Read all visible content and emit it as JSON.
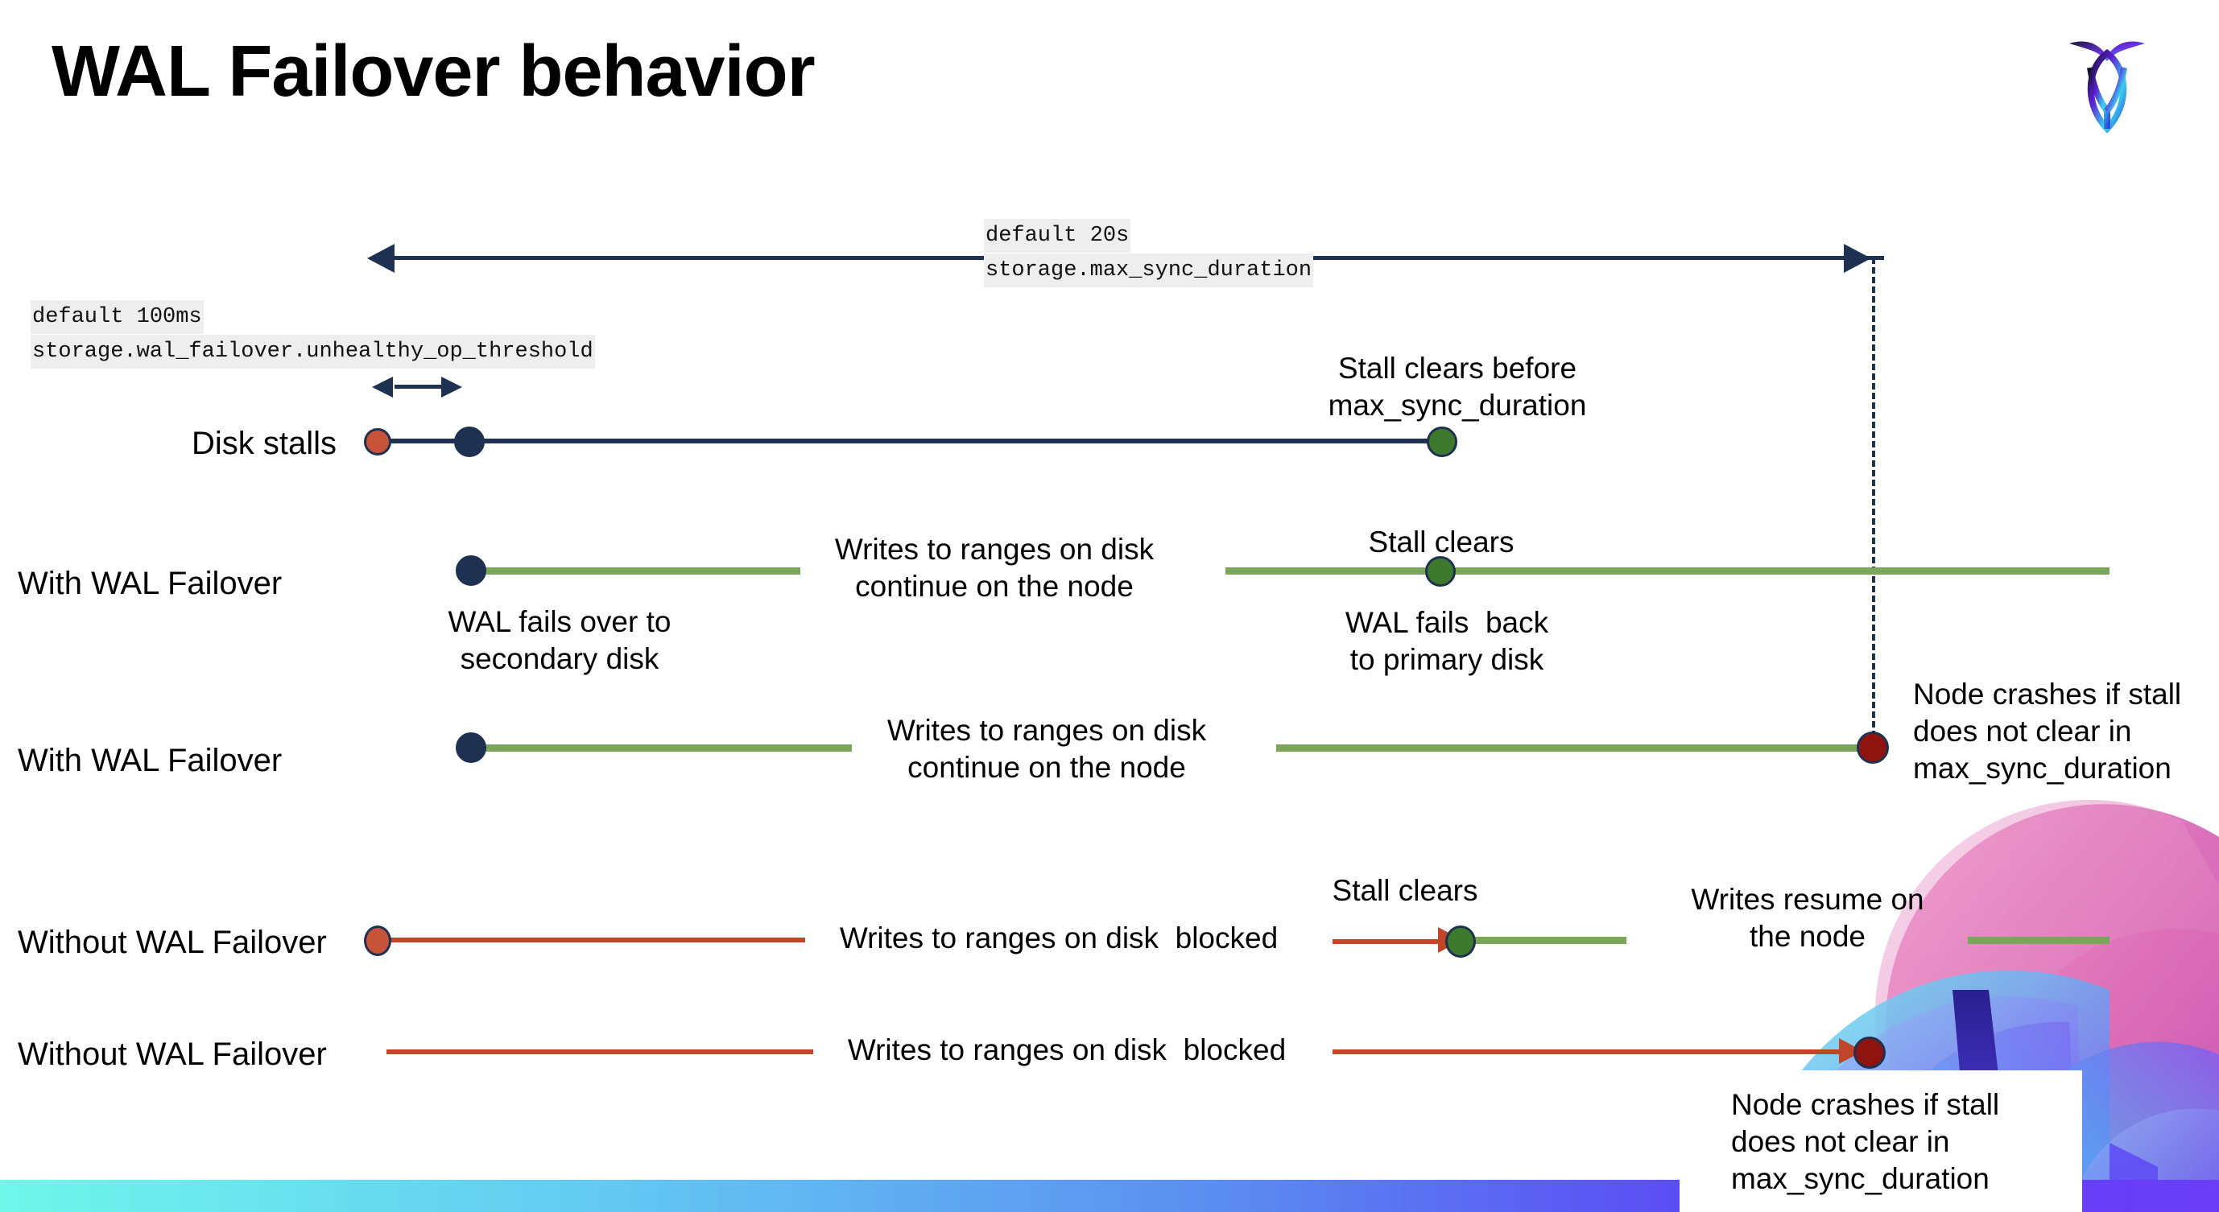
{
  "slide": {
    "title": "WAL Failover behavior",
    "logo_name": "cockroachdb-logo"
  },
  "annotations": {
    "max_sync_duration": {
      "default_label": "default 20s",
      "setting_label": "storage.max_sync_duration"
    },
    "unhealthy_op_threshold": {
      "default_label": "default 100ms",
      "setting_label": "storage.wal_failover.unhealthy_op_threshold"
    }
  },
  "rows": [
    {
      "id": "disk-stalls",
      "label": "Disk stalls",
      "notes": [
        {
          "id": "stall-clears-before",
          "text": "Stall clears before\nmax_sync_duration"
        }
      ]
    },
    {
      "id": "with-wal-failover-1",
      "label": "With WAL Failover",
      "notes": [
        {
          "id": "writes-continue-1",
          "text": "Writes to ranges on disk\ncontinue on the node"
        },
        {
          "id": "stall-clears-1",
          "text": "Stall clears"
        },
        {
          "id": "wal-fails-over",
          "text": "WAL fails over to\nsecondary disk"
        },
        {
          "id": "wal-fails-back",
          "text": "WAL fails  back\nto primary disk"
        }
      ]
    },
    {
      "id": "with-wal-failover-2",
      "label": "With WAL Failover",
      "notes": [
        {
          "id": "writes-continue-2",
          "text": "Writes to ranges on disk\ncontinue on the node"
        },
        {
          "id": "node-crashes-1",
          "text": "Node crashes if stall\ndoes not clear in\nmax_sync_duration"
        }
      ]
    },
    {
      "id": "without-wal-failover-1",
      "label": "Without WAL Failover",
      "notes": [
        {
          "id": "writes-blocked-1",
          "text": "Writes to ranges on disk  blocked"
        },
        {
          "id": "stall-clears-2",
          "text": "Stall clears"
        },
        {
          "id": "writes-resume",
          "text": "Writes resume on\nthe node"
        }
      ]
    },
    {
      "id": "without-wal-failover-2",
      "label": "Without WAL Failover",
      "notes": [
        {
          "id": "writes-blocked-2",
          "text": "Writes to ranges on disk  blocked"
        },
        {
          "id": "node-crashes-2",
          "text": "Node crashes if stall\ndoes not clear in\nmax_sync_duration"
        }
      ]
    }
  ],
  "colors": {
    "navy": "#1f3150",
    "orange": "#c75338",
    "green_dot": "#3e7a2e",
    "green_line": "#7aa65a",
    "red_line": "#c0462a",
    "dark_red_dot": "#8f1410",
    "code_chip_bg": "#eeeeee",
    "bar_gradient_start": "#6ff7ea",
    "bar_gradient_end": "#6a3df7"
  }
}
